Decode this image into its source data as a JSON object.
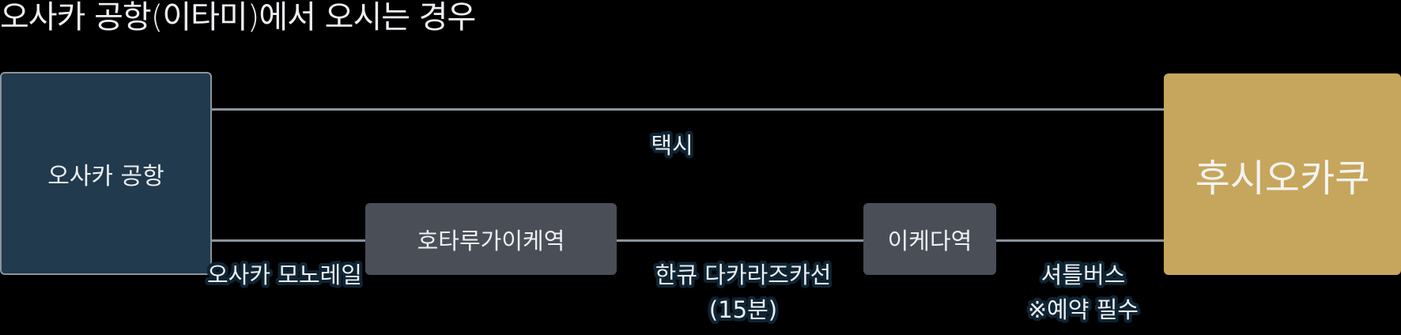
{
  "title": "오사카 공항(이타미)에서 오시는 경우",
  "colors": {
    "background": "#000000",
    "origin_fill": "#213a4d",
    "destination_fill": "#c6a65c",
    "station_fill": "#4a4e57",
    "connector_line": "#8a939c",
    "label_halo": "#0f2433",
    "text": "#eef0f3"
  },
  "nodes": {
    "origin": {
      "label": "오사카 공항"
    },
    "destination": {
      "label": "후시오카쿠"
    },
    "stations": [
      {
        "label": "호타루가이케역"
      },
      {
        "label": "이케다역"
      }
    ]
  },
  "routes": {
    "taxi": {
      "label": "택시"
    },
    "monorail": {
      "label": "오사카 모노레일"
    },
    "hankyu": {
      "label": "한큐 다카라즈카선",
      "duration": "(15분)"
    },
    "shuttle": {
      "label": "셔틀버스",
      "note": "※예약 필수"
    }
  }
}
